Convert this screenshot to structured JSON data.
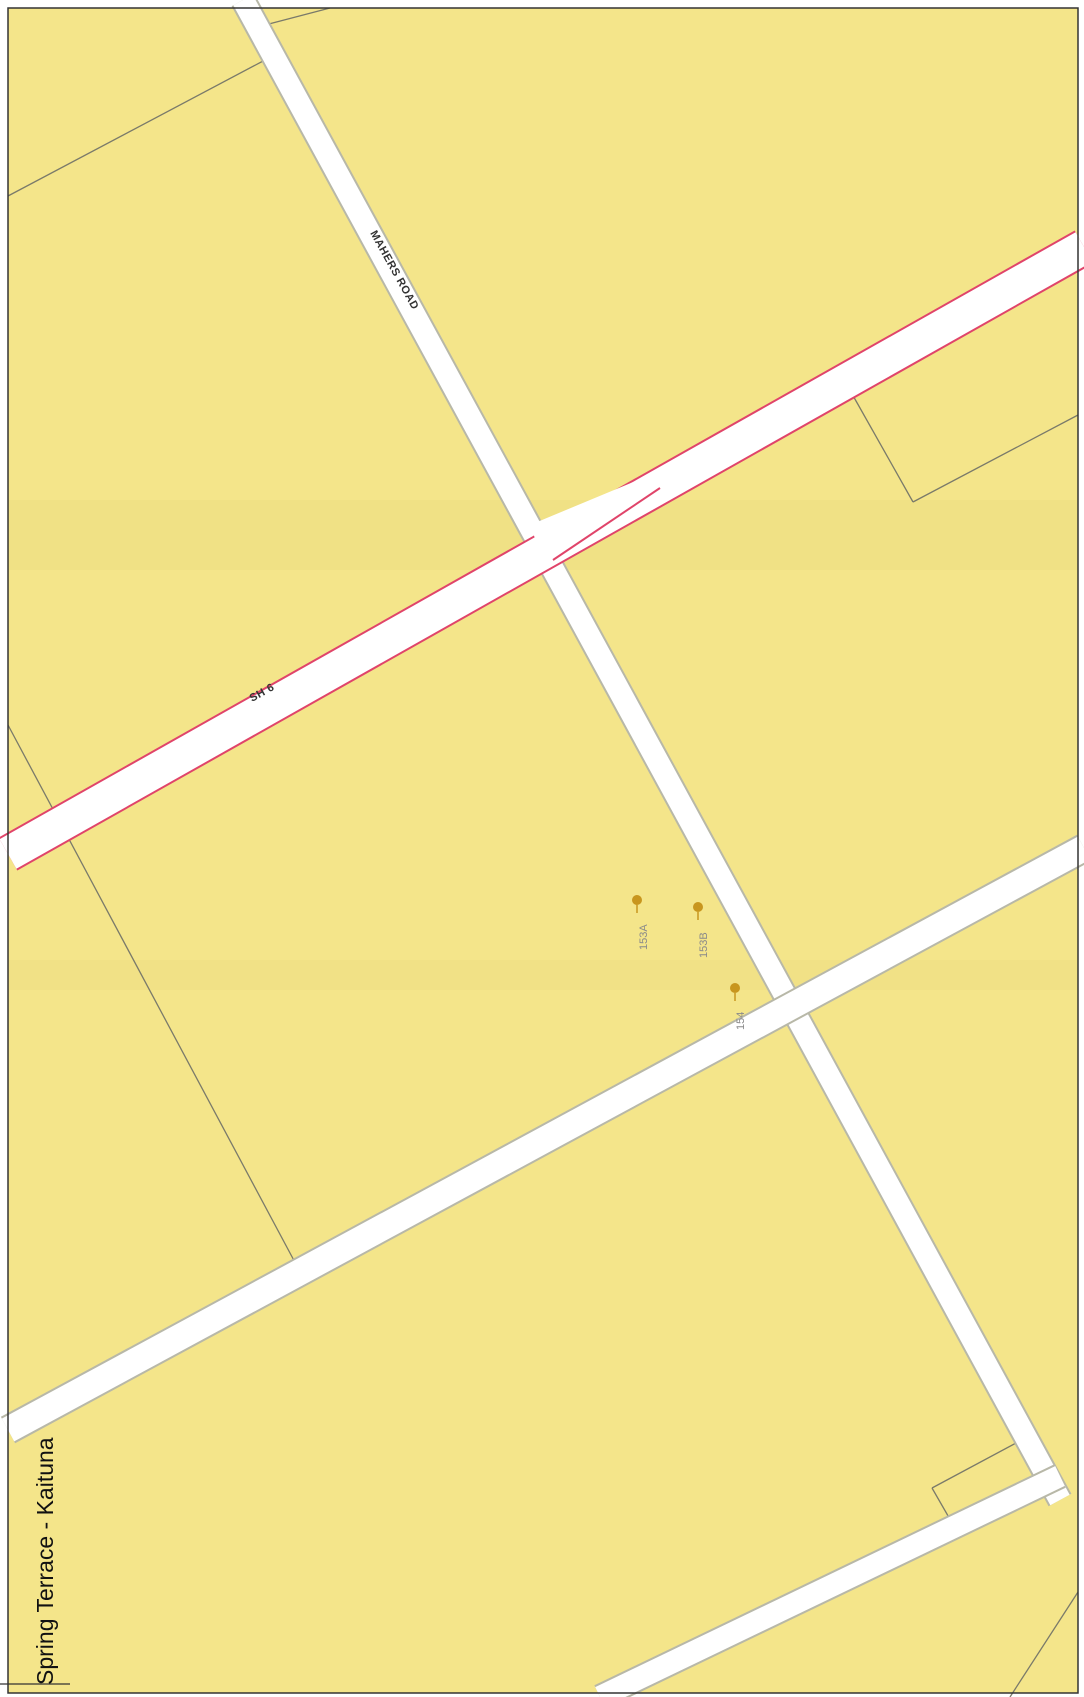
{
  "map": {
    "title": "Spring Terrace - Kaituna",
    "colors": {
      "land": "#f4e58a",
      "road": "#ffffff",
      "highway_edge": "#e0446a",
      "road_edge": "#b8b8a8",
      "boundary": "#7a7a6a",
      "marker": "#c8961e"
    },
    "roads": {
      "mahers": "MAHERS ROAD",
      "highway": "SH 6"
    },
    "addresses": {
      "a153a": "153A",
      "a153b": "153B",
      "a154": "154"
    }
  }
}
